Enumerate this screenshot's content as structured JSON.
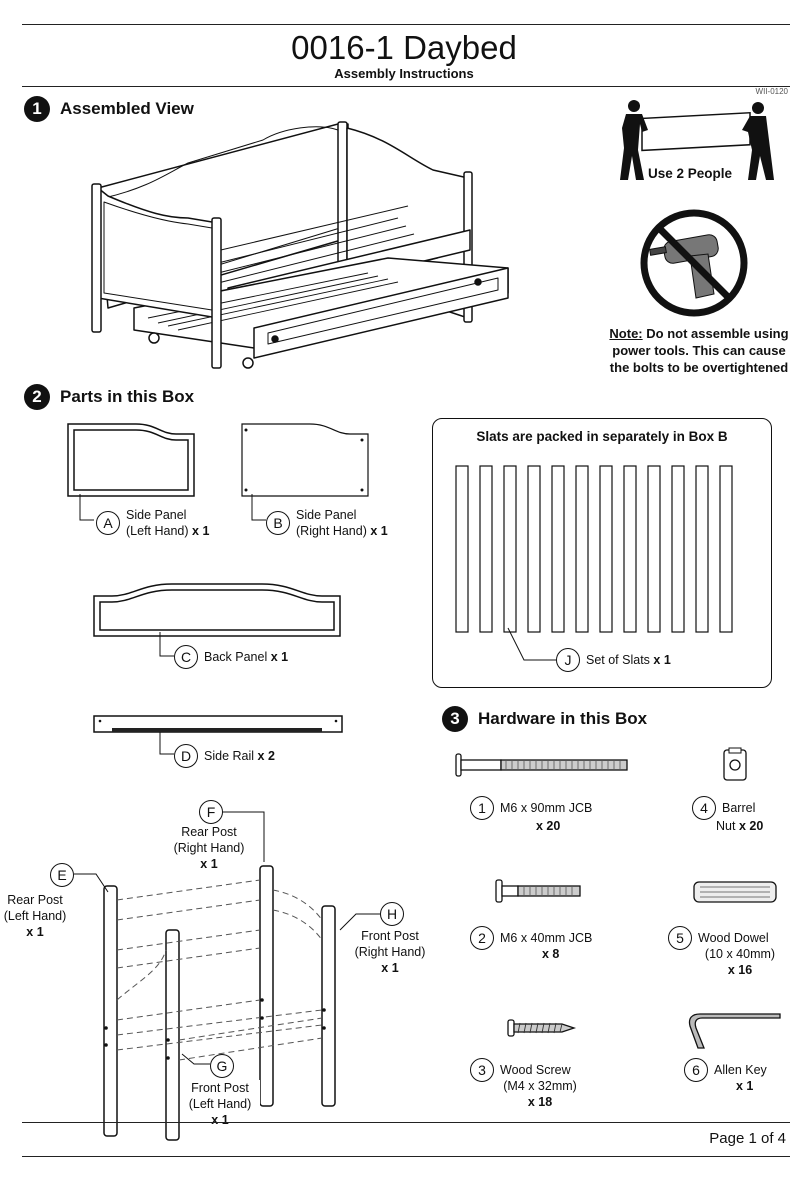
{
  "header": {
    "title": "0016-1 Daybed",
    "subtitle": "Assembly Instructions",
    "doc_id": "WII-0120"
  },
  "sections": {
    "assembled": {
      "num": "1",
      "title": "Assembled View"
    },
    "parts": {
      "num": "2",
      "title": "Parts in this Box"
    },
    "hardware": {
      "num": "3",
      "title": "Hardware in this Box"
    }
  },
  "warnings": {
    "two_people": "Use 2 People",
    "note_label": "Note:",
    "note_text": "Do not assemble using power tools. This can cause the bolts to be overtightened"
  },
  "parts": {
    "A": {
      "letter": "A",
      "line1": "Side Panel",
      "line2": "(Left Hand)",
      "qty": "x 1"
    },
    "B": {
      "letter": "B",
      "line1": "Side Panel",
      "line2": "(Right Hand)",
      "qty": "x 1"
    },
    "C": {
      "letter": "C",
      "line1": "Back Panel",
      "qty": "x 1"
    },
    "D": {
      "letter": "D",
      "line1": "Side Rail",
      "qty": "x 2"
    },
    "E": {
      "letter": "E",
      "line1": "Rear Post",
      "line2": "(Left Hand)",
      "qty": "x 1"
    },
    "F": {
      "letter": "F",
      "line1": "Rear Post",
      "line2": "(Right Hand)",
      "qty": "x 1"
    },
    "G": {
      "letter": "G",
      "line1": "Front Post",
      "line2": "(Left Hand)",
      "qty": "x 1"
    },
    "H": {
      "letter": "H",
      "line1": "Front Post",
      "line2": "(Right Hand)",
      "qty": "x 1"
    },
    "J": {
      "letter": "J",
      "line1": "Set of Slats",
      "qty": "x 1"
    }
  },
  "slats_note": "Slats are packed in separately in Box B",
  "hardware": {
    "h1": {
      "num": "1",
      "line1": "M6 x 90mm JCB",
      "qty": "x 20"
    },
    "h2": {
      "num": "2",
      "line1": "M6 x 40mm JCB",
      "qty": "x 8"
    },
    "h3": {
      "num": "3",
      "line1": "Wood Screw",
      "line2": "(M4 x 32mm)",
      "qty": "x 18"
    },
    "h4": {
      "num": "4",
      "line1": "Barrel",
      "line2": "Nut",
      "qty": "x 20"
    },
    "h5": {
      "num": "5",
      "line1": "Wood Dowel",
      "line2": "(10 x 40mm)",
      "qty": "x 16"
    },
    "h6": {
      "num": "6",
      "line1": "Allen Key",
      "qty": "x 1"
    }
  },
  "footer": {
    "page": "Page 1 of 4"
  }
}
